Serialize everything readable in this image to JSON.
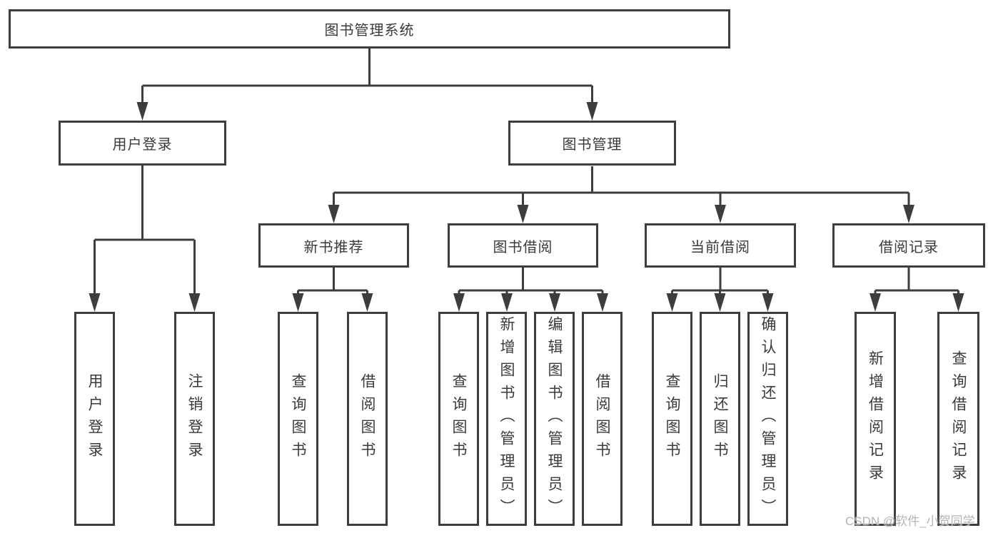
{
  "diagram": {
    "title": "图书管理系统",
    "level2": [
      {
        "label": "用户登录",
        "parent": "图书管理系统"
      },
      {
        "label": "图书管理",
        "parent": "图书管理系统"
      }
    ],
    "level3": [
      {
        "label": "新书推荐",
        "parent": "图书管理"
      },
      {
        "label": "图书借阅",
        "parent": "图书管理"
      },
      {
        "label": "当前借阅",
        "parent": "图书管理"
      },
      {
        "label": "借阅记录",
        "parent": "图书管理"
      }
    ],
    "leaves": [
      {
        "label": "用户登录",
        "parent": "用户登录"
      },
      {
        "label": "注销登录",
        "parent": "用户登录"
      },
      {
        "label": "查询图书",
        "parent": "新书推荐"
      },
      {
        "label": "借阅图书",
        "parent": "新书推荐"
      },
      {
        "label": "查询图书",
        "parent": "图书借阅"
      },
      {
        "label": "新增图书（管理员）",
        "parent": "图书借阅"
      },
      {
        "label": "编辑图书（管理员）",
        "parent": "图书借阅"
      },
      {
        "label": "借阅图书",
        "parent": "图书借阅"
      },
      {
        "label": "查询图书",
        "parent": "当前借阅"
      },
      {
        "label": "归还图书",
        "parent": "当前借阅"
      },
      {
        "label": "确认归还（管理员）",
        "parent": "当前借阅"
      },
      {
        "label": "新增借阅记录",
        "parent": "借阅记录"
      },
      {
        "label": "查询借阅记录",
        "parent": "借阅记录"
      }
    ],
    "watermark": "CSDN @软件_小贺同学",
    "colors": {
      "line": "#3d3d3d",
      "box_border": "#3d3d3d",
      "text": "#3a3a3a",
      "watermark": "#b4b4b4",
      "background": "#ffffff"
    }
  }
}
